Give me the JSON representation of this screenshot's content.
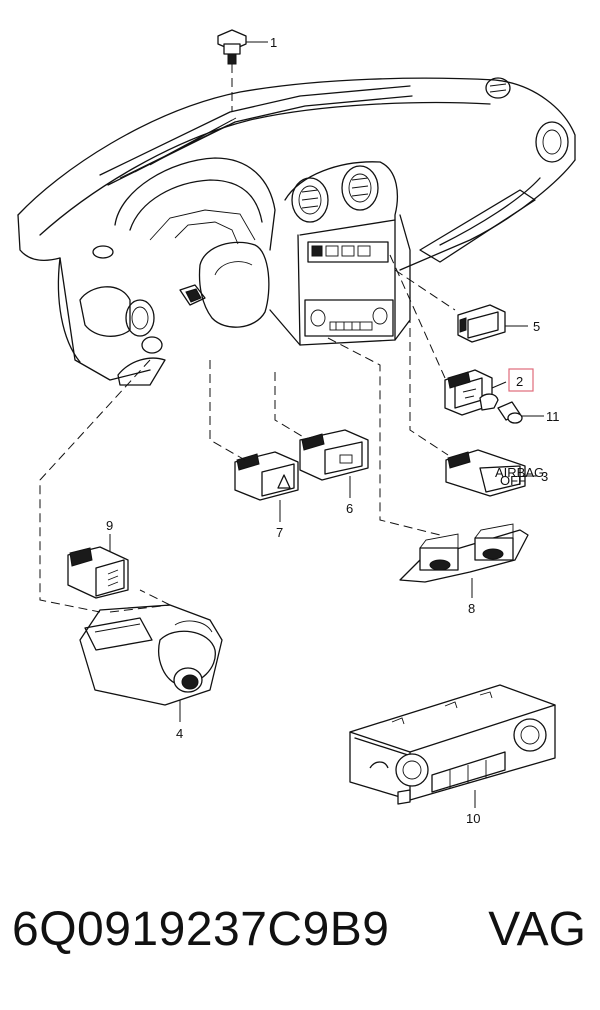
{
  "diagram": {
    "callouts": [
      "1",
      "2",
      "3",
      "4",
      "5",
      "6",
      "7",
      "8",
      "9",
      "10",
      "11"
    ],
    "highlighted_callout": "2",
    "part_labels": {
      "airbag_switch": "AIRBAG\nOFF"
    },
    "colors": {
      "line": "#111111",
      "highlight": "#e06a7a",
      "background": "#ffffff"
    }
  },
  "caption": {
    "part_number": "6Q0919237C9B9",
    "brand": "VAG"
  }
}
